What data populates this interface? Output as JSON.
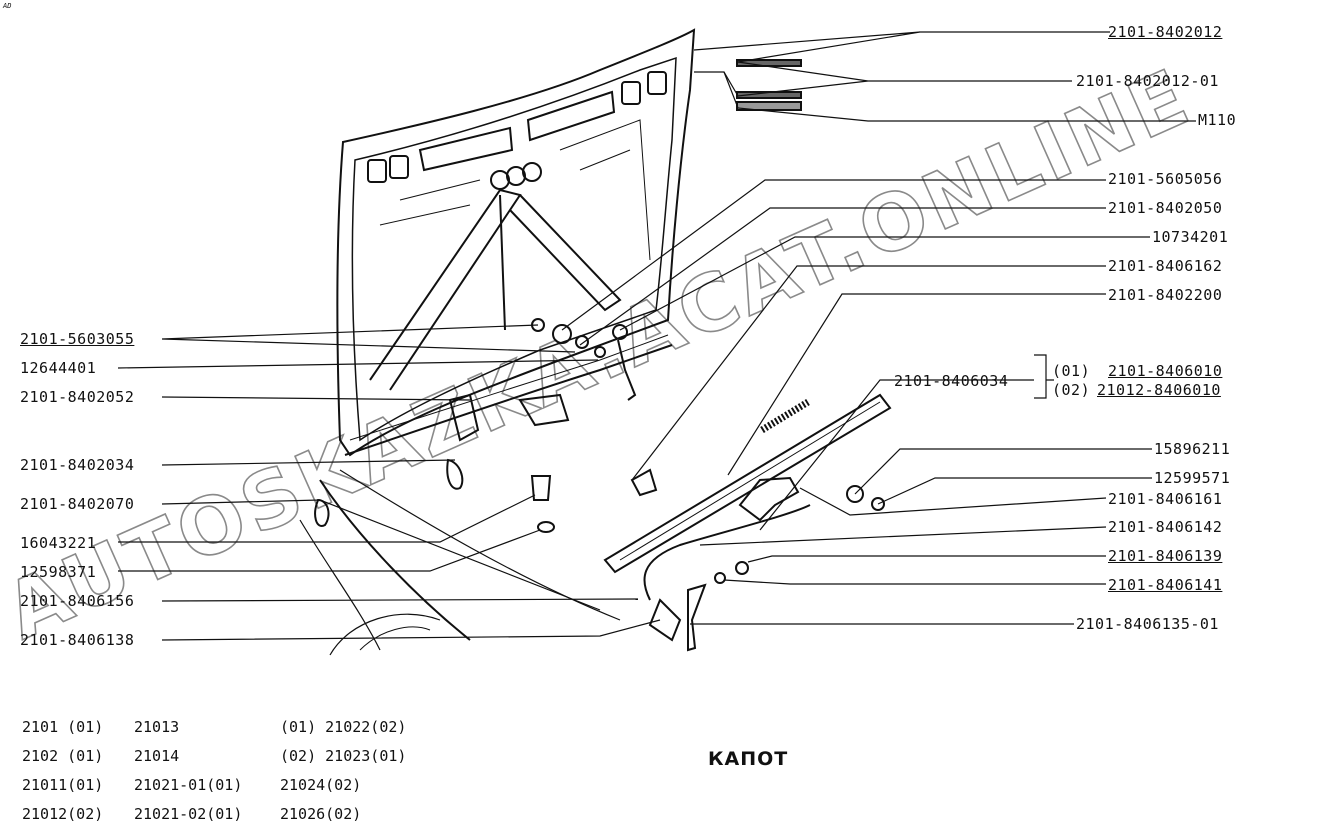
{
  "corner_mark": "AD",
  "title": "КАПОТ",
  "watermark": "AUTOSKAZKA.ACAT.ONLINE",
  "labels_left": [
    "2101-5603055",
    "12644401",
    "2101-8402052",
    "2101-8402034",
    "2101-8402070",
    "16043221",
    "12598371",
    "2101-8406156",
    "2101-8406138"
  ],
  "labels_right": [
    "2101-8402012",
    "2101-8402012-01",
    "М110",
    "2101-5605056",
    "2101-8402050",
    "10734201",
    "2101-8406162",
    "2101-8402200",
    "2101-8406034",
    "15896211",
    "12599571",
    "2101-8406161",
    "2101-8406142",
    "2101-8406139",
    "2101-8406141",
    "2101-8406135-01"
  ],
  "variants": {
    "v1_code": "(01)",
    "v1_part": "2101-8406010",
    "v2_code": "(02)",
    "v2_part": "21012-8406010"
  },
  "models": [
    [
      "2101 (01)",
      "21013",
      "(01) 21022(02)"
    ],
    [
      "2102 (01)",
      "21014",
      "(02) 21023(01)"
    ],
    [
      "21011(01)",
      "21021-01(01)",
      "21024(02)"
    ],
    [
      "21012(02)",
      "21021-02(01)",
      "21026(02)"
    ]
  ]
}
